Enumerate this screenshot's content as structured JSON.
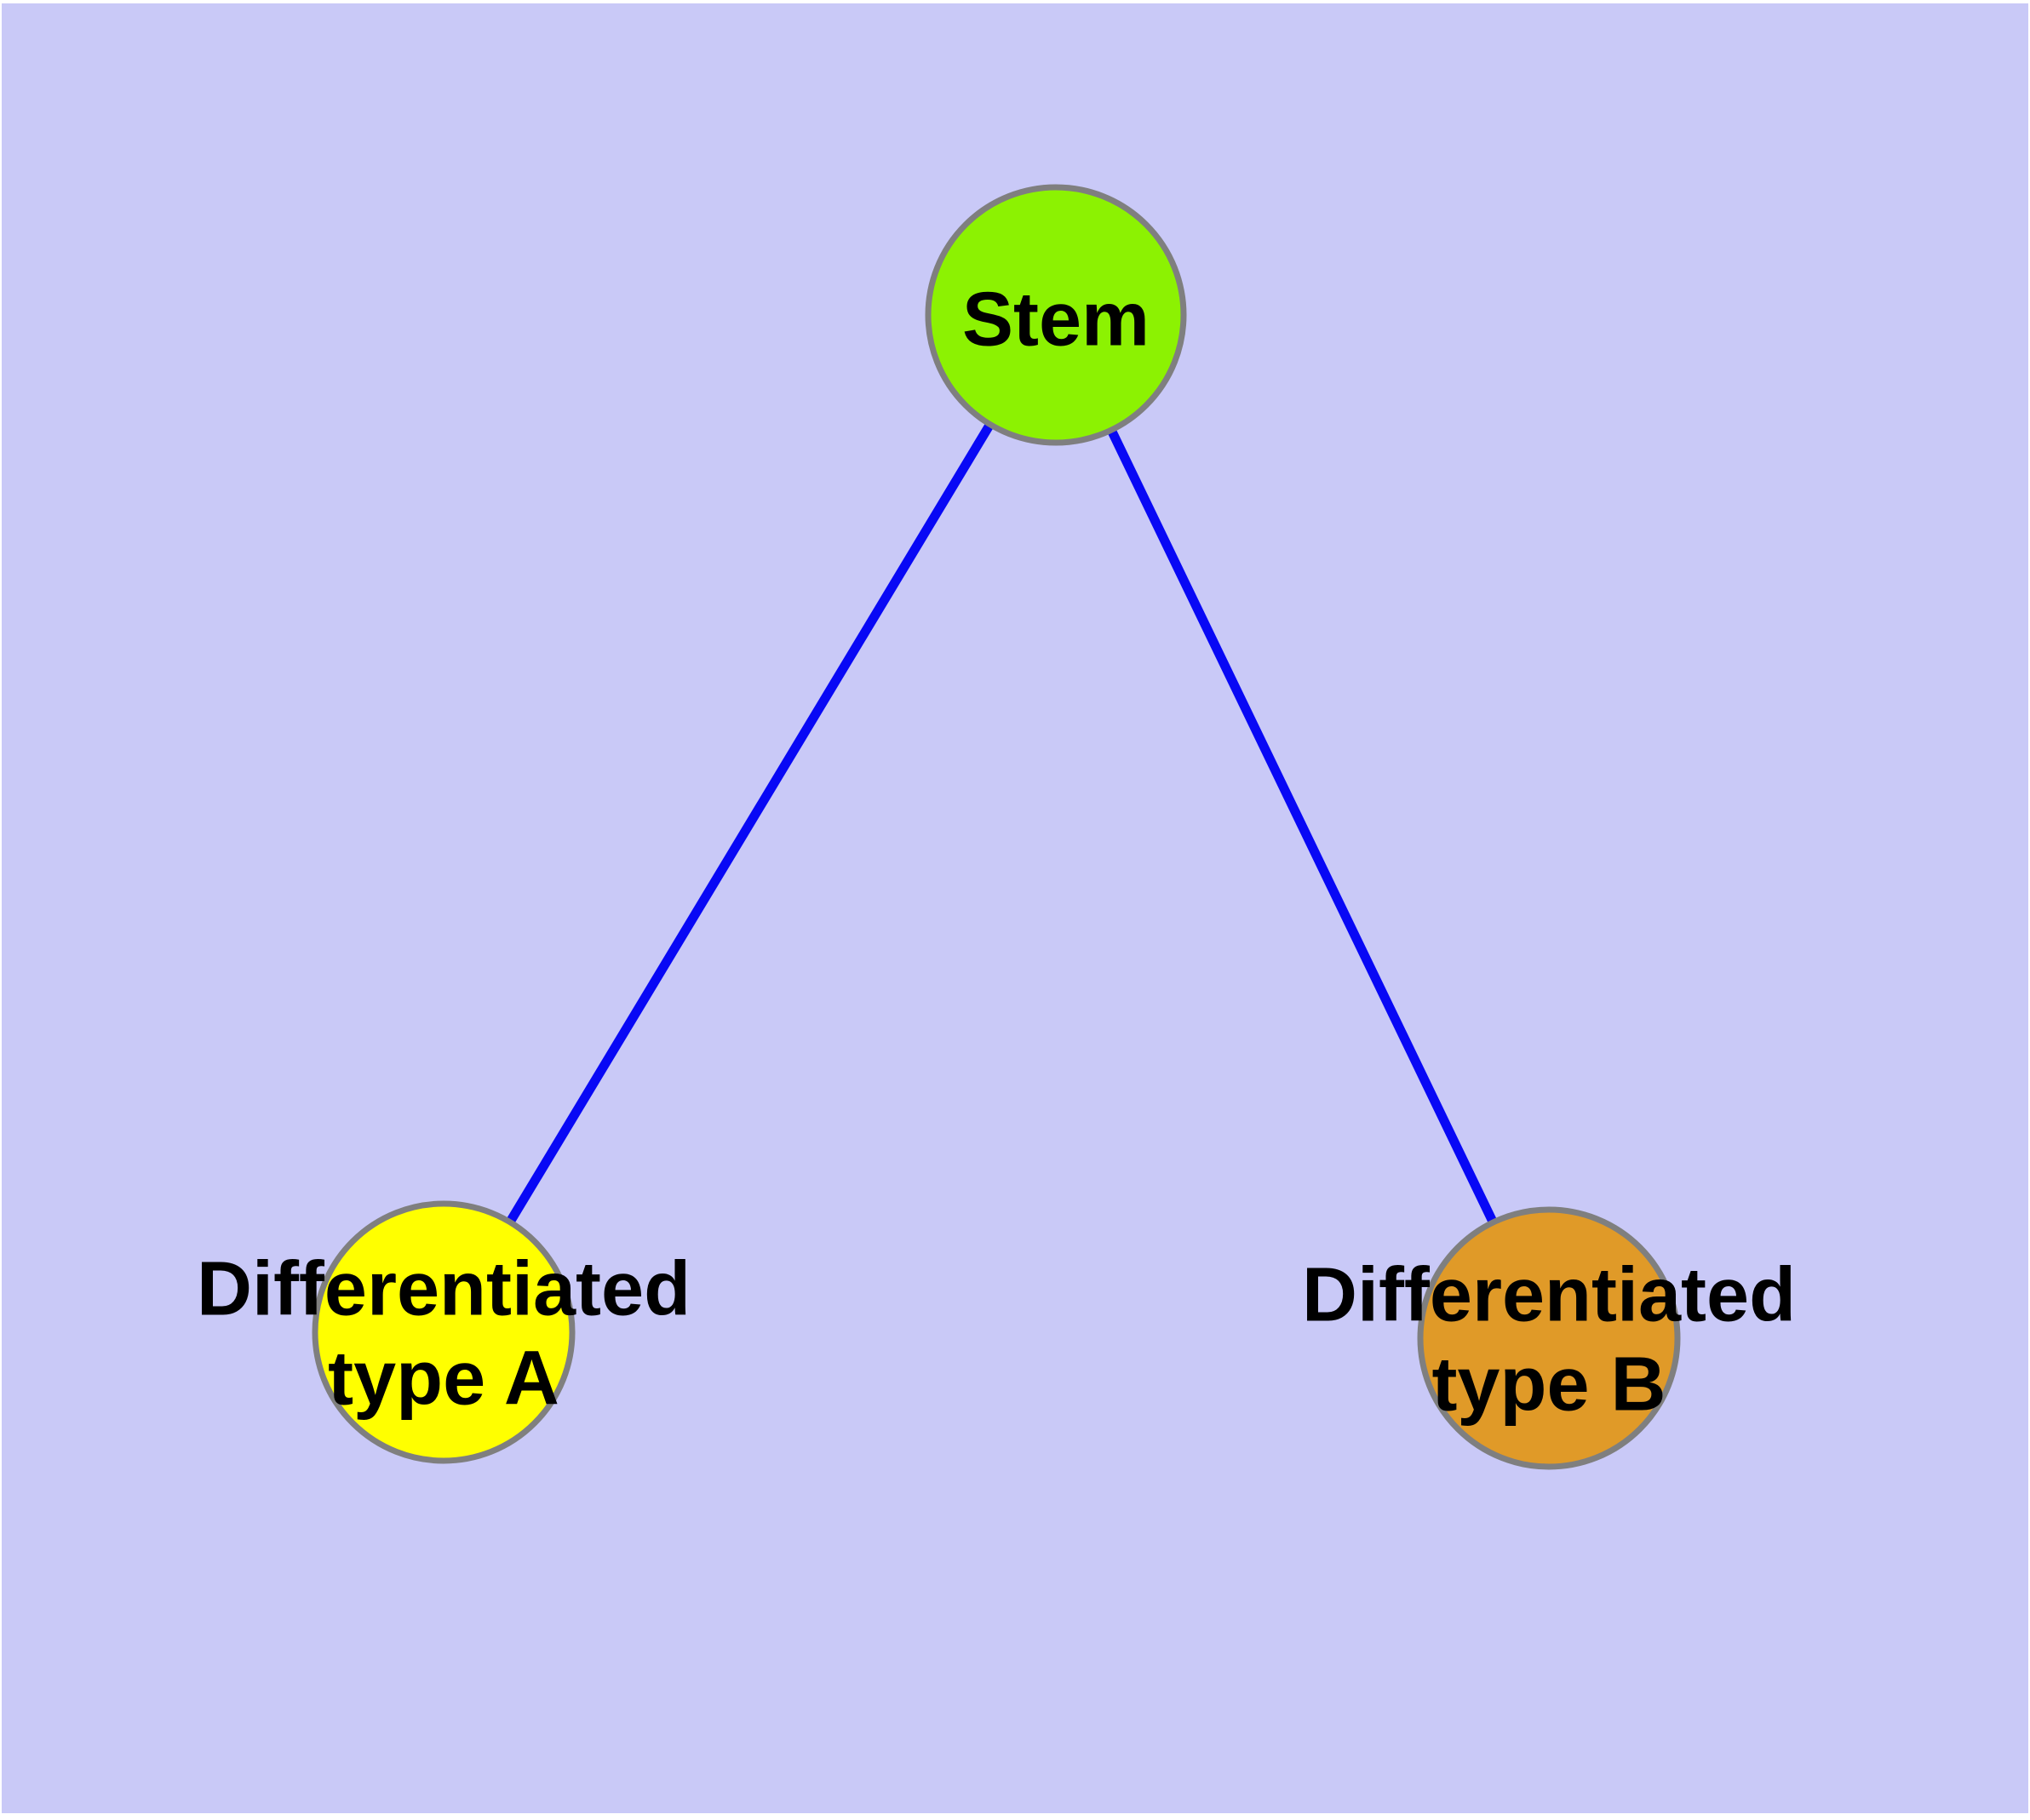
{
  "figure": {
    "title": "",
    "description": "Graph diagram of stem cell differentiation: a Stem node connected to two differentiated cell type nodes"
  },
  "colors": {
    "page-bg": "#FFFFFF",
    "panel-bg": "#C9C9F7",
    "node-border": "#7F7F7F",
    "edge": "#0808F5",
    "label-text": "#000000"
  },
  "graph": {
    "node_border_color": "#7F7F7F",
    "edge_color": "#0808F5",
    "nodes": [
      {
        "id": "stem",
        "label": "Stem",
        "label_lines": [
          "Stem"
        ],
        "fill": "#8CF202"
      },
      {
        "id": "typeA",
        "label": "Differentiated type A",
        "label_lines": [
          "Differentiated",
          "type A"
        ],
        "fill": "#FFFF00"
      },
      {
        "id": "typeB",
        "label": "Differentiated type B",
        "label_lines": [
          "Differentiated",
          "type B"
        ],
        "fill": "#E09A28"
      }
    ],
    "edges": [
      {
        "source": "Stem",
        "target": "Differentiated type A"
      },
      {
        "source": "Stem",
        "target": "Differentiated type B"
      }
    ]
  }
}
